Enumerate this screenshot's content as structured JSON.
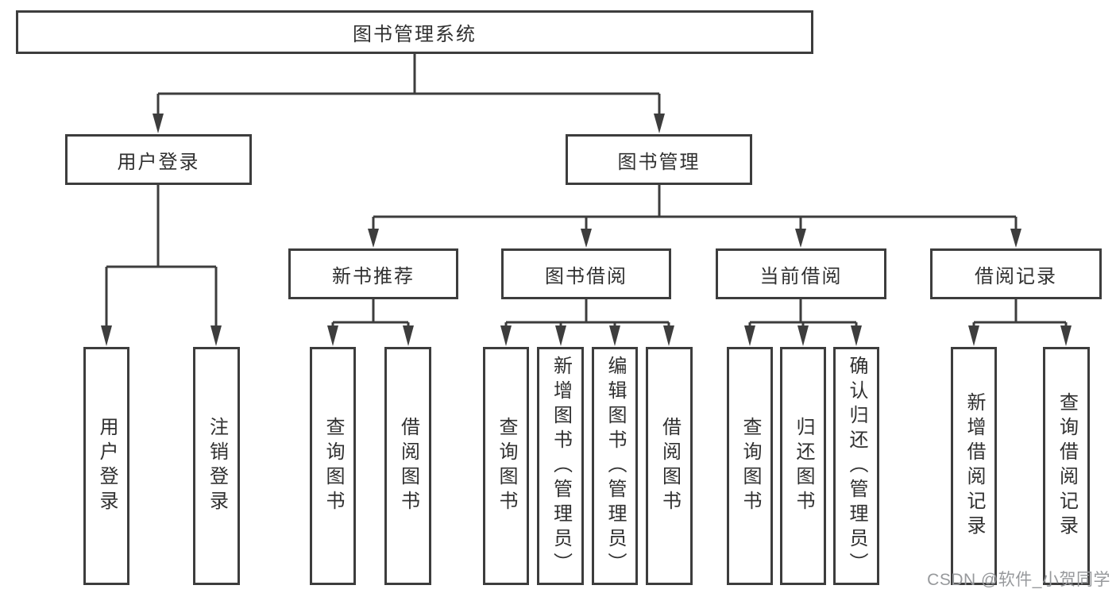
{
  "tree": {
    "label": "图书管理系统",
    "children": [
      {
        "label": "用户登录",
        "children": [
          {
            "label": "用户登录"
          },
          {
            "label": "注销登录"
          }
        ]
      },
      {
        "label": "图书管理",
        "children": [
          {
            "label": "新书推荐",
            "children": [
              {
                "label": "查询图书"
              },
              {
                "label": "借阅图书"
              }
            ]
          },
          {
            "label": "图书借阅",
            "children": [
              {
                "label": "查询图书"
              },
              {
                "label": "新增图书（管理员）"
              },
              {
                "label": "编辑图书（管理员）"
              },
              {
                "label": "借阅图书"
              }
            ]
          },
          {
            "label": "当前借阅",
            "children": [
              {
                "label": "查询图书"
              },
              {
                "label": "归还图书"
              },
              {
                "label": "确认归还（管理员）"
              }
            ]
          },
          {
            "label": "借阅记录",
            "children": [
              {
                "label": "新增借阅记录"
              },
              {
                "label": "查询借阅记录"
              }
            ]
          }
        ]
      }
    ]
  },
  "watermark": {
    "text": "CSDN @软件_小贺同学"
  },
  "colors": {
    "line": "#3d3d3d",
    "text": "#303030",
    "watermark": "#97999c",
    "background": "#ffffff"
  }
}
